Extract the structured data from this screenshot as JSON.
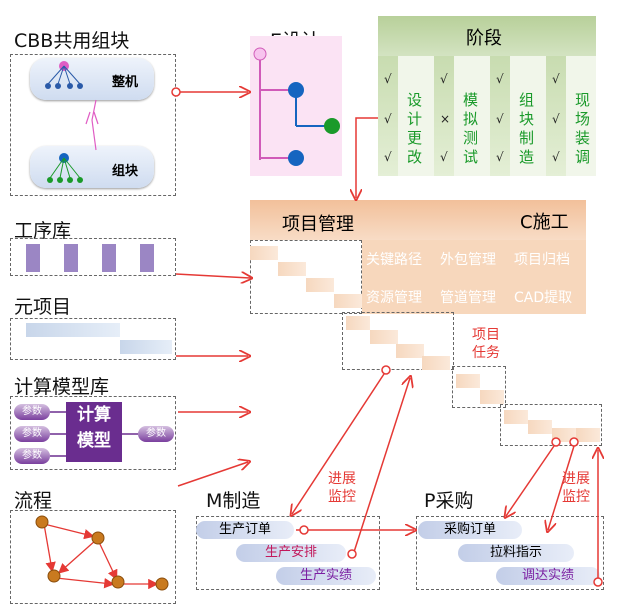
{
  "cbb": {
    "title": "CBB共用组块",
    "machine": "整机",
    "block": "组块"
  },
  "process_lib": {
    "title": "工序库"
  },
  "meta_item": {
    "title": "元项目"
  },
  "calc_lib": {
    "title": "计算模型库",
    "param": "参数",
    "model": "计算\n模型"
  },
  "flow": {
    "title": "流程"
  },
  "e_design": {
    "title": "E设计"
  },
  "stages": {
    "title": "阶段",
    "columns": [
      "设计更改",
      "模拟测试",
      "组块制造",
      "现场装调"
    ],
    "marks": [
      "√",
      "√",
      "√",
      "√",
      "√",
      "×",
      "√",
      "√",
      "√",
      "√",
      "√",
      "√"
    ]
  },
  "pm": {
    "title": "项目管理",
    "c_title": "C施工",
    "row1": [
      "关键路径",
      "外包管理",
      "项目归档"
    ],
    "row2": [
      "资源管理",
      "管道管理",
      "CAD提取"
    ],
    "task_label": "项目\n任务"
  },
  "m": {
    "title": "M制造",
    "items": [
      "生产订单",
      "生产安排",
      "生产实绩"
    ],
    "monitor": "进展\n监控"
  },
  "p": {
    "title": "P采购",
    "items": [
      "采购订单",
      "拉料指示",
      "调达实绩"
    ],
    "monitor": "进展\n监控"
  },
  "colors": {
    "accent_red": "#e53935",
    "pm_header": "#f4c6a2",
    "pm_cell": "#f9dcc4",
    "stage_green": "#c8dcb0",
    "purple": "#6a2d8f"
  }
}
